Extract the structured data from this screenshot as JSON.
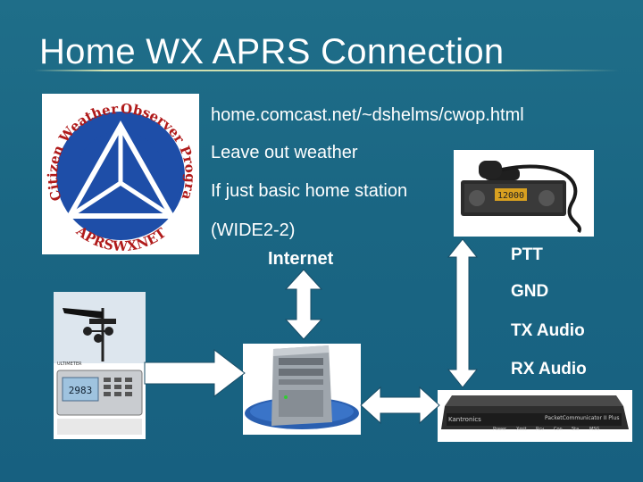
{
  "title": "Home WX APRS Connection",
  "bullets": {
    "url": "home.comcast.net/~dshelms/cwop.html",
    "leave_out": "Leave out weather",
    "if_basic": "If just basic home station",
    "wide": "(WIDE2-2)"
  },
  "labels": {
    "internet": "Internet",
    "ptt": "PTT",
    "gnd": "GND",
    "tx_audio": "TX Audio",
    "rx_audio": "RX Audio"
  },
  "cwop_logo": {
    "ring_top_left": "Citizen Weather",
    "ring_top_right": "Observer Program",
    "ring_bottom": "APRSWXNET"
  },
  "radio_display": "12000",
  "weather_display": "2983",
  "weather_brand": "ULTIMETER",
  "tnc": {
    "brand": "Kantronics",
    "model": "PacketCommunicator II Plus",
    "leds": [
      "Power",
      "Xmit",
      "Rcv",
      "Con",
      "Sta",
      "MSG"
    ]
  },
  "colors": {
    "background": "#1a6683",
    "arrow": "#ffffff",
    "text": "#ffffff"
  }
}
